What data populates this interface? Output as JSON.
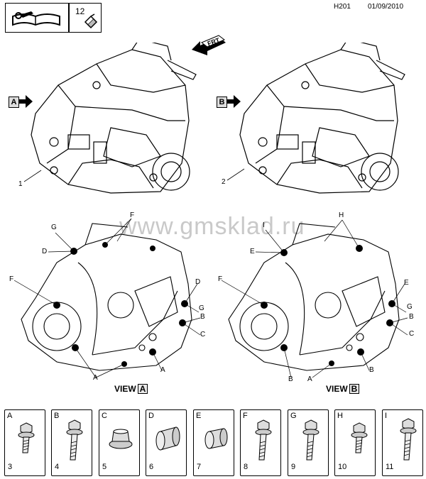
{
  "header": {
    "quantity": "12",
    "page_ref": "H201",
    "date": "01/09/2010",
    "manual_icon": "manual-wrench-icon",
    "sealant_icon": "sealant-bottle-icon"
  },
  "watermark": "www.gmsklad.ru",
  "front_marker": "FRT",
  "gearbox": {
    "view_a_marker": "A",
    "view_b_marker": "B",
    "item_a": "1",
    "item_b": "2"
  },
  "view_a": {
    "title": "VIEW",
    "letter": "A",
    "callouts": [
      "G",
      "F",
      "D",
      "F",
      "D",
      "G",
      "B",
      "C",
      "A",
      "A"
    ]
  },
  "view_b": {
    "title": "VIEW",
    "letter": "B",
    "callouts": [
      "I",
      "H",
      "E",
      "F",
      "E",
      "G",
      "B",
      "C",
      "B",
      "A",
      "B"
    ]
  },
  "parts": [
    {
      "letter": "A",
      "number": "3",
      "type": "flange-bolt-short"
    },
    {
      "letter": "B",
      "number": "4",
      "type": "flange-bolt-long"
    },
    {
      "letter": "C",
      "number": "5",
      "type": "flange-nut"
    },
    {
      "letter": "D",
      "number": "6",
      "type": "plug-cap"
    },
    {
      "letter": "E",
      "number": "7",
      "type": "plug-cap"
    },
    {
      "letter": "F",
      "number": "8",
      "type": "flange-bolt-long"
    },
    {
      "letter": "G",
      "number": "9",
      "type": "flange-bolt-long"
    },
    {
      "letter": "H",
      "number": "10",
      "type": "flange-bolt-short"
    },
    {
      "letter": "I",
      "number": "11",
      "type": "flange-bolt-long"
    }
  ]
}
